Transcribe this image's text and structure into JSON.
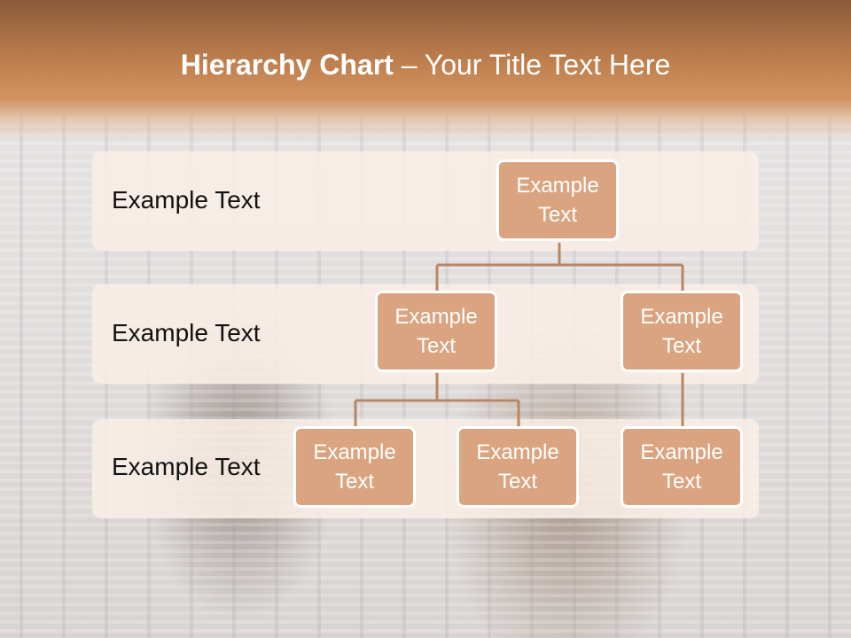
{
  "title": {
    "bold": "Hierarchy Chart",
    "dash": " – ",
    "rest": "Your Title Text Here"
  },
  "levels": [
    {
      "label": "Example Text"
    },
    {
      "label": "Example Text"
    },
    {
      "label": "Example Text"
    }
  ],
  "nodes": {
    "root": "Example Text",
    "level2_left": "Example Text",
    "level2_right": "Example Text",
    "level3_left": "Example Text",
    "level3_middle": "Example Text",
    "level3_right": "Example Text"
  },
  "colors": {
    "header": "#c0804f",
    "node_fill": "#d9a47f",
    "connector": "#b88762",
    "band": "#f8eee6"
  }
}
